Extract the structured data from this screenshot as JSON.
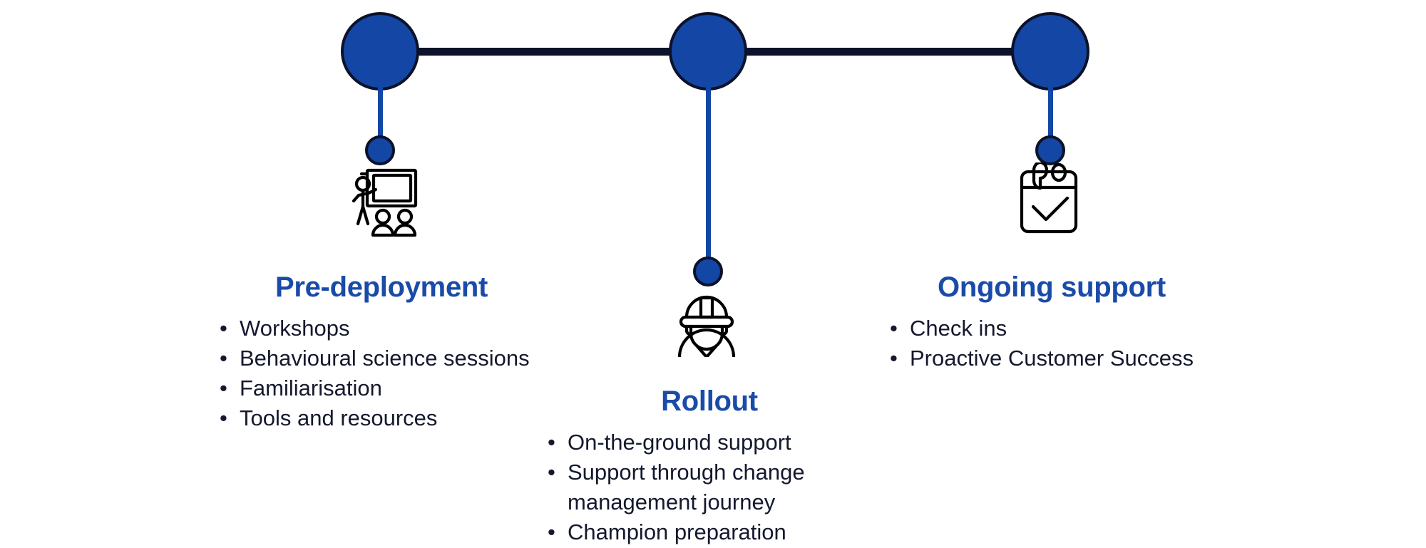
{
  "diagram": {
    "type": "process-timeline",
    "orientation": "horizontal",
    "colors": {
      "node_fill": "#1346A5",
      "node_stroke": "#0B1229",
      "rail": "#0B1229",
      "stem": "#1346A5",
      "heading": "#1A4BA8",
      "body_text": "#14192E",
      "icon_stroke": "#000000",
      "background": "#FFFFFF"
    },
    "stages": [
      {
        "id": "pre-deployment",
        "title": "Pre-deployment",
        "icon": "presentation-training-icon",
        "bullets": [
          "Workshops",
          "Behavioural science sessions",
          "Familiarisation",
          "Tools and resources"
        ]
      },
      {
        "id": "rollout",
        "title": "Rollout",
        "icon": "construction-worker-icon",
        "bullets": [
          "On-the-ground support",
          "Support through change\nmanagement journey",
          "Champion preparation"
        ]
      },
      {
        "id": "ongoing-support",
        "title": "Ongoing support",
        "icon": "calendar-check-icon",
        "bullets": [
          "Check ins",
          "Proactive Customer Success"
        ]
      }
    ]
  }
}
